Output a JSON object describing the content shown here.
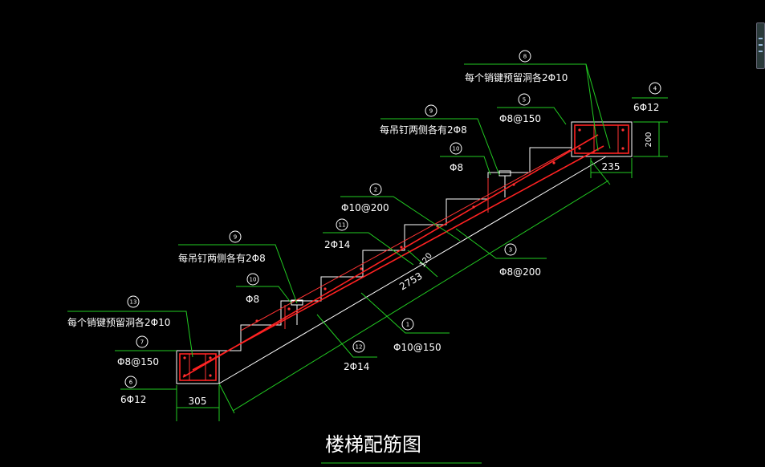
{
  "drawing": {
    "title": "楼梯配筋图",
    "labels": {
      "c8": "每个销键预留洞各2Φ10",
      "c4_spec": "6Φ12",
      "c5_spec": "Φ8@150",
      "dim_200": "200",
      "dim_235": "235",
      "c9_top": "每吊钉两侧各有2Φ8",
      "c10_top": "Φ8",
      "c2": "Φ10@200",
      "c11": "2Φ14",
      "dim_120": "120",
      "c3": "Φ8@200",
      "dim_2753": "2753",
      "c9_bot": "每吊钉两侧各有2Φ8",
      "c10_bot": "Φ8",
      "c13": "每个销键预留洞各2Φ10",
      "c1": "Φ10@150",
      "c7": "Φ8@150",
      "c12": "2Φ14",
      "c6": "6Φ12",
      "dim_305": "305"
    },
    "callouts": {
      "n8": "8",
      "n4": "4",
      "n5": "5",
      "n9a": "9",
      "n10a": "10",
      "n2": "2",
      "n11": "11",
      "n3": "3",
      "n9b": "9",
      "n10b": "10",
      "n13": "13",
      "n1": "1",
      "n7": "7",
      "n12": "12",
      "n6": "6"
    }
  }
}
